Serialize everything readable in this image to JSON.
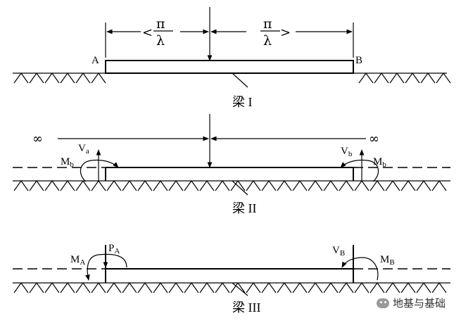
{
  "beam1": {
    "caption": "梁 I",
    "label_a": "A",
    "label_b": "B",
    "pi": "π",
    "lambda": "λ"
  },
  "beam2": {
    "caption": "梁 II",
    "inf_left": "∞",
    "inf_right": "∞",
    "va": "V",
    "va_sub": "a",
    "vb": "V",
    "vb_sub": "b",
    "mb_left": "M",
    "mb_left_sub": "b",
    "mb_right": "M",
    "mb_right_sub": "b"
  },
  "beam3": {
    "caption": "梁 III",
    "pa": "P",
    "pa_sub": "A",
    "ma": "M",
    "ma_sub": "A",
    "vb": "V",
    "vb_sub": "B",
    "mb": "M",
    "mb_sub": "B"
  },
  "watermark": {
    "text": "地基与基础",
    "icon": "wechat-icon"
  }
}
